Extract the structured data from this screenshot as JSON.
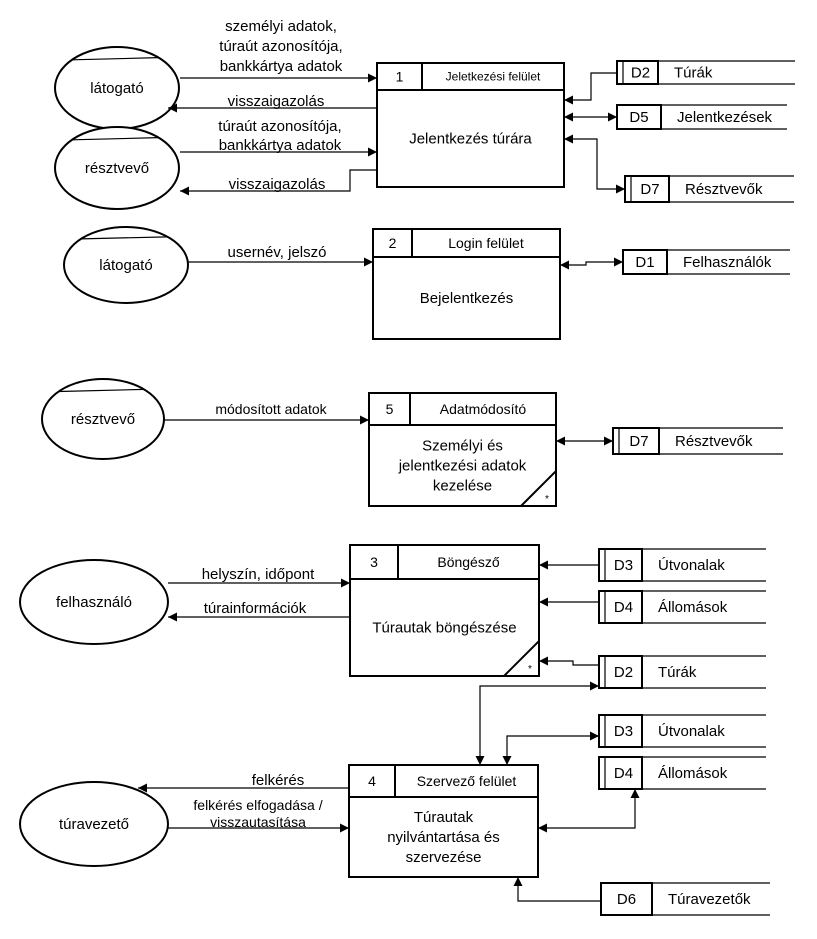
{
  "entities": {
    "e1": "látogató",
    "e2": "résztvevő",
    "e3": "látogató",
    "e4": "résztvevő",
    "e5": "felhasználó",
    "e6": "túravezető"
  },
  "processes": {
    "p1": {
      "num": "1",
      "title": "Jeletkezési felület",
      "body": [
        "Jelentkezés túrára"
      ]
    },
    "p2": {
      "num": "2",
      "title": "Login felület",
      "body": [
        "Bejelentkezés"
      ]
    },
    "p5": {
      "num": "5",
      "title": "Adatmódosító",
      "body": [
        "Személyi és",
        "jelentkezési adatok",
        "kezelése"
      ],
      "marker": "*"
    },
    "p3": {
      "num": "3",
      "title": "Böngésző",
      "body": [
        "Túrautak böngészése"
      ],
      "marker": "*"
    },
    "p4": {
      "num": "4",
      "title": "Szervező felület",
      "body": [
        "Túrautak",
        "nyilvántartása és",
        "szervezése"
      ]
    }
  },
  "stores": {
    "s1": {
      "id": "D2",
      "name": "Túrák"
    },
    "s2": {
      "id": "D5",
      "name": "Jelentkezések"
    },
    "s3": {
      "id": "D7",
      "name": "Résztvevők"
    },
    "s4": {
      "id": "D1",
      "name": "Felhasználók"
    },
    "s5": {
      "id": "D7",
      "name": "Résztvevők"
    },
    "s6": {
      "id": "D3",
      "name": "Útvonalak"
    },
    "s7": {
      "id": "D4",
      "name": "Állomások"
    },
    "s8": {
      "id": "D2",
      "name": "Túrák"
    },
    "s9": {
      "id": "D3",
      "name": "Útvonalak"
    },
    "s10": {
      "id": "D4",
      "name": "Állomások"
    },
    "s11": {
      "id": "D6",
      "name": "Túravezetők"
    }
  },
  "flows": {
    "f1": [
      "személyi adatok,",
      "túraút azonosítója,",
      "bankkártya adatok"
    ],
    "f2": [
      "visszaigazolás"
    ],
    "f3": [
      "túraút azonosítója,",
      "bankkártya adatok"
    ],
    "f4": [
      "visszaigazolás"
    ],
    "f5": [
      "usernév, jelszó"
    ],
    "f6": [
      "módosított adatok"
    ],
    "f7": [
      "helyszín, időpont"
    ],
    "f8": [
      "túrainformációk"
    ],
    "f9": [
      "felkérés"
    ],
    "f10": [
      "felkérés elfogadása /",
      "visszautasítása"
    ]
  },
  "colors": {
    "line": "#000000",
    "background": "#ffffff"
  }
}
